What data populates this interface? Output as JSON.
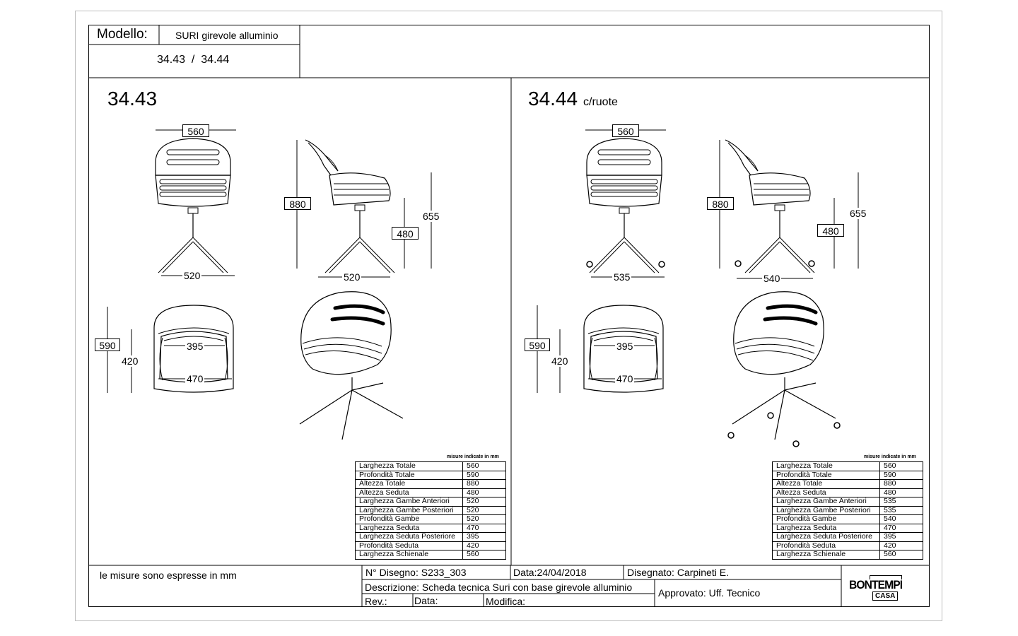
{
  "header": {
    "model_label": "Modello:",
    "model_name": "SURI girevole alluminio",
    "codes": "34.43  /  34.44"
  },
  "left_panel": {
    "title": "34.43",
    "unit_note": "misure indicate in mm",
    "dims": {
      "front_width": "560",
      "front_base": "520",
      "side_height": "880",
      "side_arm": "655",
      "side_seat": "480",
      "side_base": "520",
      "top_depth": "590",
      "top_seat_depth": "420",
      "top_rear": "395",
      "top_seat_width": "470"
    },
    "specs": [
      {
        "label": "Larghezza Totale",
        "value": "560"
      },
      {
        "label": "Profondità Totale",
        "value": "590"
      },
      {
        "label": "Altezza Totale",
        "value": "880"
      },
      {
        "label": "Altezza Seduta",
        "value": "480"
      },
      {
        "label": "Larghezza Gambe Anteriori",
        "value": "520"
      },
      {
        "label": "Larghezza Gambe Posteriori",
        "value": "520"
      },
      {
        "label": "Profondità Gambe",
        "value": "520"
      },
      {
        "label": "Larghezza Seduta",
        "value": "470"
      },
      {
        "label": "Larghezza Seduta Posteriore",
        "value": "395"
      },
      {
        "label": "Profondità Seduta",
        "value": "420"
      },
      {
        "label": "Larghezza Schienale",
        "value": "560"
      }
    ]
  },
  "right_panel": {
    "title": "34.44",
    "title_suffix": "c/ruote",
    "unit_note": "misure indicate in mm",
    "dims": {
      "front_width": "560",
      "front_base": "535",
      "side_height": "880",
      "side_arm": "655",
      "side_seat": "480",
      "side_base": "540",
      "top_depth": "590",
      "top_seat_depth": "420",
      "top_rear": "395",
      "top_seat_width": "470"
    },
    "specs": [
      {
        "label": "Larghezza Totale",
        "value": "560"
      },
      {
        "label": "Profondità Totale",
        "value": "590"
      },
      {
        "label": "Altezza Totale",
        "value": "880"
      },
      {
        "label": "Altezza Seduta",
        "value": "480"
      },
      {
        "label": "Larghezza Gambe Anteriori",
        "value": "535"
      },
      {
        "label": "Larghezza Gambe Posteriori",
        "value": "535"
      },
      {
        "label": "Profondità Gambe",
        "value": "540"
      },
      {
        "label": "Larghezza Seduta",
        "value": "470"
      },
      {
        "label": "Larghezza Seduta Posteriore",
        "value": "395"
      },
      {
        "label": "Profondità Seduta",
        "value": "420"
      },
      {
        "label": "Larghezza Schienale",
        "value": "560"
      }
    ]
  },
  "footer": {
    "measures_note": "le misure sono espresse in mm",
    "drawing_no": "N° Disegno:  S233_303",
    "date": "Data:24/04/2018",
    "drawn_by": "Disegnato: Carpineti E.",
    "description": "Descrizione: Scheda tecnica Suri con base girevole alluminio",
    "approved": "Approvato: Uff. Tecnico",
    "rev_label": "Rev.:",
    "date_label": "Data:",
    "mod_label": "Modifica:",
    "brand": "BONTEMPI",
    "brand_sub": "CASA"
  }
}
